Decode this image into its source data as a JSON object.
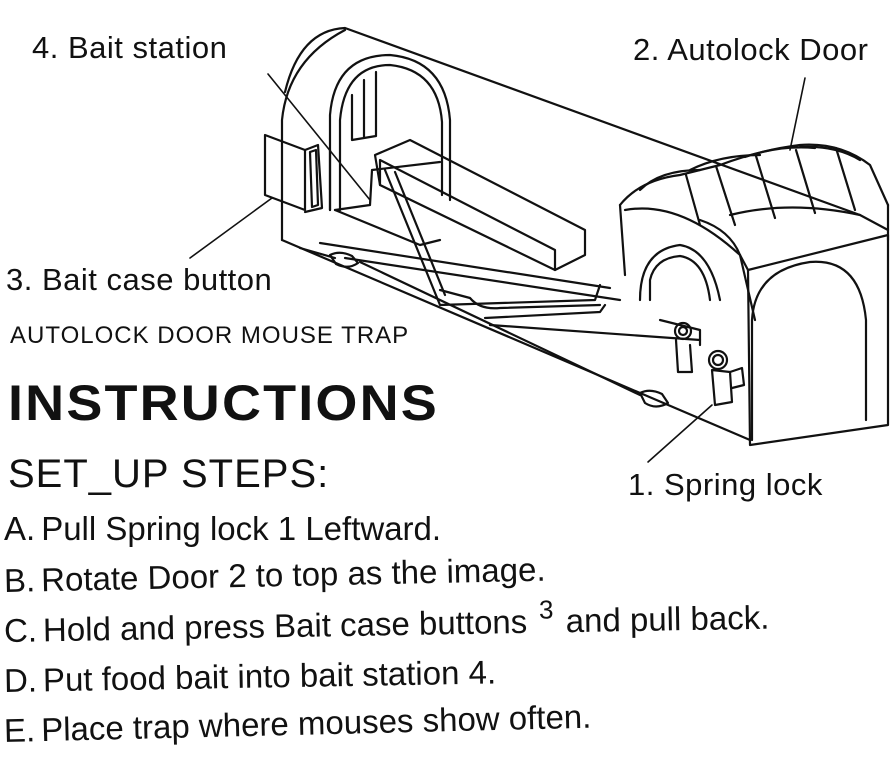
{
  "callouts": {
    "bait_station": "4. Bait station",
    "autolock_door": "2. Autolock Door",
    "bait_case_button": "3. Bait case button",
    "spring_lock": "1. Spring lock"
  },
  "subtitle": "AUTOLOCK DOOR MOUSE TRAP",
  "heading": "INSTRUCTIONS",
  "setup_title": "SET_UP STEPS:",
  "steps": [
    {
      "letter": "A.",
      "text": "Pull Spring lock 1 Leftward."
    },
    {
      "letter": "B.",
      "text": "Rotate Door 2 to top as the image."
    },
    {
      "letter": "C.",
      "text_before": "Hold and press Bait case buttons",
      "sup": "3",
      "text_after": "and pull back."
    },
    {
      "letter": "D.",
      "text": "Put food bait into bait station 4."
    },
    {
      "letter": "E.",
      "text": "Place trap where mouses show often."
    }
  ],
  "colors": {
    "line": "#111111",
    "background": "#ffffff"
  }
}
